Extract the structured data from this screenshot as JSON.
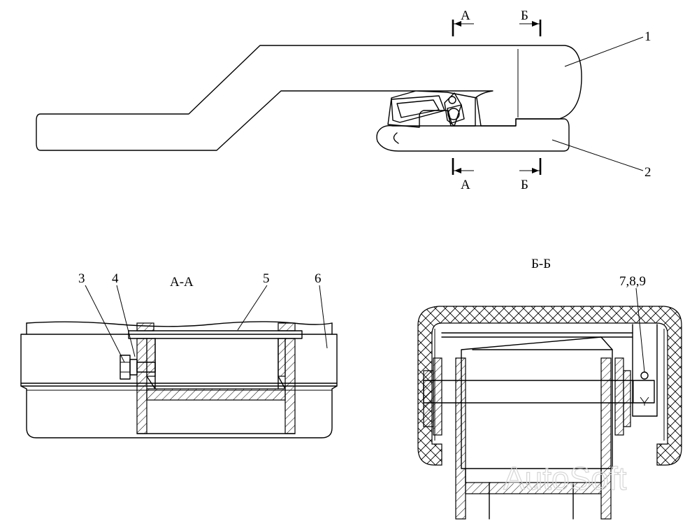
{
  "diagram": {
    "section_marks_top": {
      "a": "А",
      "b": "Б"
    },
    "section_marks_bottom": {
      "a": "А",
      "b": "Б"
    },
    "callouts": {
      "c1": "1",
      "c2": "2",
      "c3": "3",
      "c4": "4",
      "c5": "5",
      "c6": "6",
      "c789": "7,8,9"
    },
    "section_titles": {
      "aa": "А-А",
      "bb": "Б-Б"
    },
    "watermark": "AutoSoft"
  }
}
